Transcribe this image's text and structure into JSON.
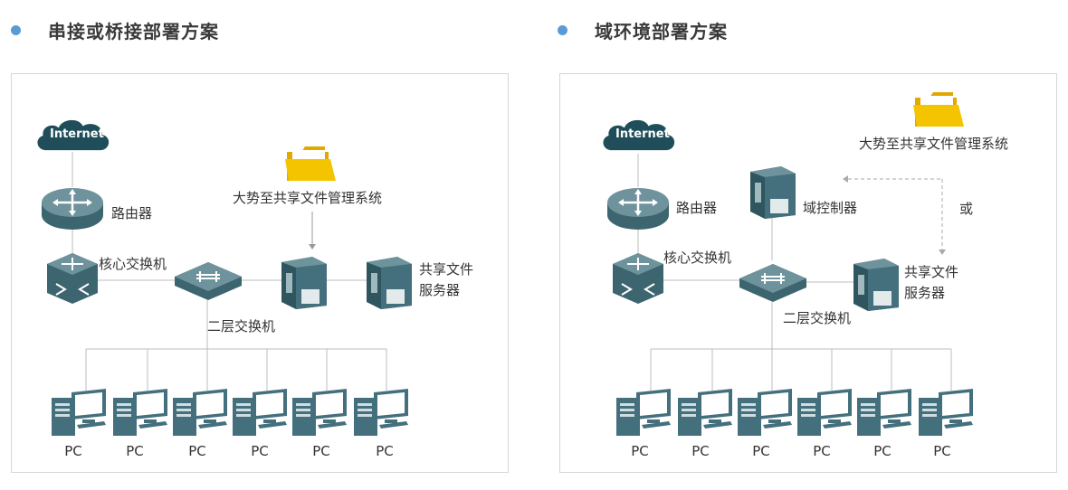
{
  "left": {
    "title": "串接或桥接部署方案",
    "internet": "Internet",
    "router": "路由器",
    "core_switch": "核心交换机",
    "access_switch": "二层交换机",
    "mgmt_system": "大势至共享文件管理系统",
    "file_server_line1": "共享文件",
    "file_server_line2": "服务器",
    "pcs": [
      "PC",
      "PC",
      "PC",
      "PC",
      "PC",
      "PC"
    ]
  },
  "right": {
    "title": "域环境部署方案",
    "internet": "Internet",
    "router": "路由器",
    "core_switch": "核心交换机",
    "access_switch": "二层交换机",
    "domain_controller": "域控制器",
    "mgmt_system": "大势至共享文件管理系统",
    "or_label": "或",
    "file_server_line1": "共享文件",
    "file_server_line2": "服务器",
    "pcs": [
      "PC",
      "PC",
      "PC",
      "PC",
      "PC",
      "PC"
    ]
  },
  "colors": {
    "accent_dot": "#5b9bd5",
    "device": "#44707e",
    "device_dark": "#2f555f",
    "folder": "#f5c400",
    "line": "#bdbdbd"
  }
}
